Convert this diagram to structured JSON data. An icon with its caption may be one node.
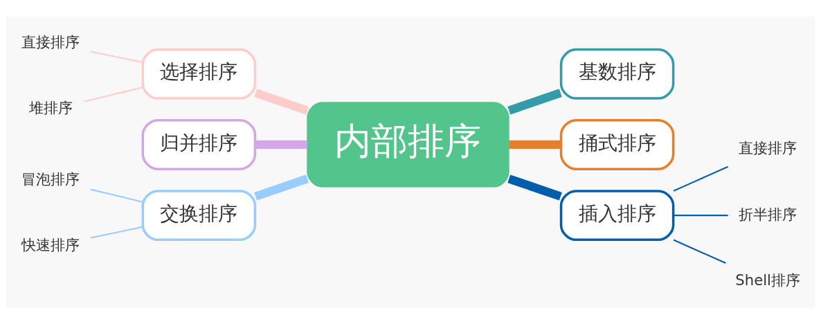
{
  "diagram": {
    "nodes": [
      {
        "text": [
          "内部排序"
        ]
      },
      {
        "text": [
          "选择排序"
        ]
      },
      {
        "text": [
          "直接排序"
        ]
      },
      {
        "text": [
          "堆排序"
        ]
      },
      {
        "text": [
          "归并排序"
        ]
      },
      {
        "text": [
          "交换排序"
        ]
      },
      {
        "text": [
          "冒泡排序"
        ]
      },
      {
        "text": [
          "快速排序"
        ]
      },
      {
        "text": [
          "基数排序"
        ]
      },
      {
        "text": [
          "捅式排序"
        ]
      },
      {
        "text": [
          "插入排序"
        ]
      },
      {
        "text": [
          "直接排序"
        ]
      },
      {
        "text": [
          "折半排序"
        ]
      },
      {
        "text": [
          "Shell排序"
        ]
      }
    ],
    "edges": [
      {
        "from": 0,
        "to": 1,
        "arrow": "none",
        "style": "thick",
        "color": "#ffcccc"
      },
      {
        "from": 1,
        "to": 2,
        "arrow": "none",
        "color": "#ffcccc"
      },
      {
        "from": 1,
        "to": 3,
        "arrow": "none",
        "color": "#ffcccc"
      },
      {
        "from": 0,
        "to": 4,
        "arrow": "none",
        "style": "thick",
        "color": "#d4a5e8"
      },
      {
        "from": 0,
        "to": 5,
        "arrow": "none",
        "style": "thick",
        "color": "#99ccff"
      },
      {
        "from": 5,
        "to": 6,
        "arrow": "none",
        "color": "#99ccff"
      },
      {
        "from": 5,
        "to": 7,
        "arrow": "none",
        "color": "#99ccff"
      },
      {
        "from": 0,
        "to": 8,
        "arrow": "none",
        "style": "thick",
        "color": "#339ca8"
      },
      {
        "from": 0,
        "to": 9,
        "arrow": "none",
        "style": "thick",
        "color": "#e87d2a"
      },
      {
        "from": 0,
        "to": 10,
        "arrow": "none",
        "style": "thick",
        "color": "#005eac"
      },
      {
        "from": 10,
        "to": 11,
        "arrow": "none",
        "color": "#005eac"
      },
      {
        "from": 10,
        "to": 12,
        "arrow": "none",
        "color": "#005eac"
      },
      {
        "from": 10,
        "to": 13,
        "arrow": "none",
        "color": "#005eac"
      }
    ]
  }
}
